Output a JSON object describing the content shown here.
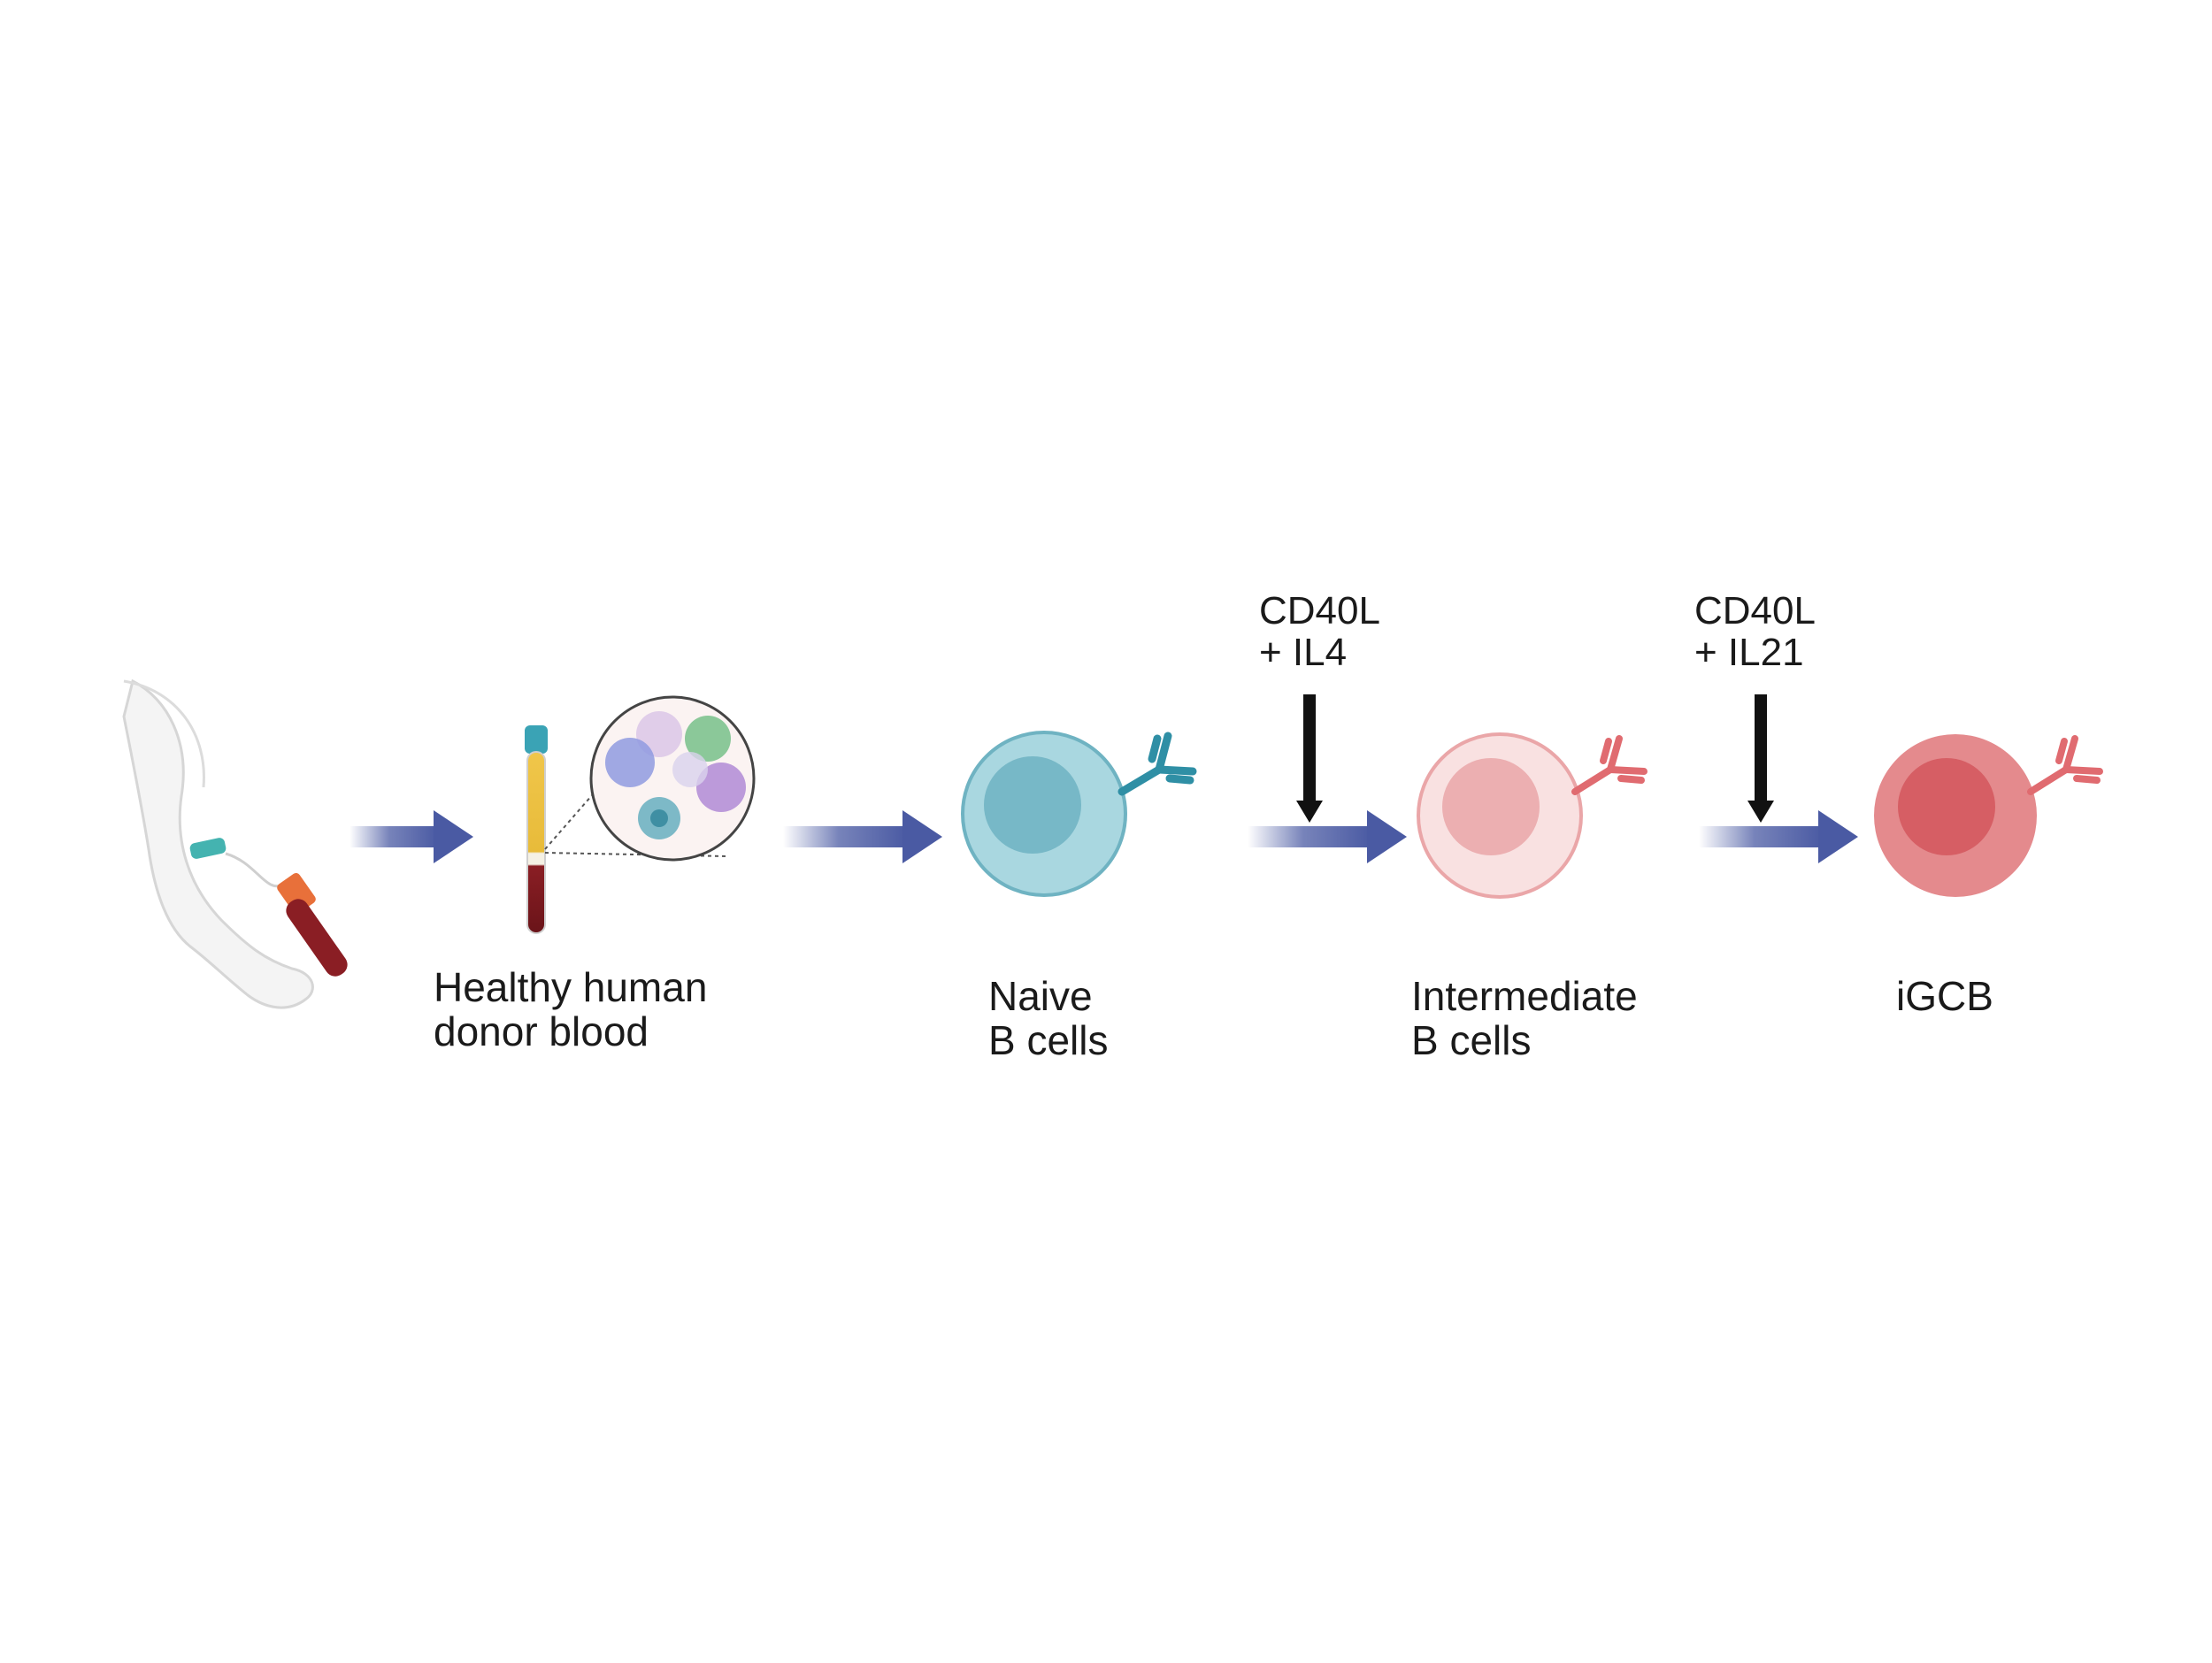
{
  "steps": [
    {
      "id": "blood",
      "label_lines": [
        "Healthy human",
        "donor blood"
      ]
    },
    {
      "id": "naive",
      "label_lines": [
        "Naive",
        "B cells"
      ]
    },
    {
      "id": "intermediate",
      "label_lines": [
        "Intermediate",
        "B cells"
      ]
    },
    {
      "id": "igcb",
      "label_lines": [
        "iGCB"
      ]
    }
  ],
  "conditions": [
    {
      "id": "stim1",
      "lines": [
        "CD40L",
        "+ IL4"
      ]
    },
    {
      "id": "stim2",
      "lines": [
        "CD40L",
        "+ IL21"
      ]
    }
  ],
  "colors": {
    "arrow": "#4a5aa3",
    "naive_cell": "#a9d7e0",
    "naive_nucleus": "#6fb3c2",
    "naive_antibody": "#2f8fa5",
    "intermediate_cell": "#f7dada",
    "intermediate_nucleus": "#eaa6a8",
    "intermediate_antibody": "#e06b70",
    "igcb_cell": "#e48a8d",
    "igcb_nucleus": "#d4595f",
    "igcb_antibody": "#e06b70",
    "plasma": "#f0c64a",
    "red_cells": "#7a1a1f",
    "tube_cap": "#3aa3b5"
  }
}
